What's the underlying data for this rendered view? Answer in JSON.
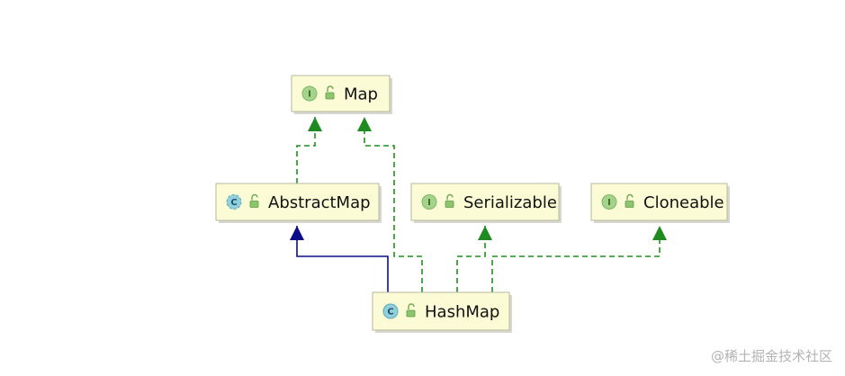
{
  "nodes": [
    {
      "id": "map",
      "label": "Map",
      "kind": "interface",
      "badge": "I"
    },
    {
      "id": "abstractmap",
      "label": "AbstractMap",
      "kind": "abstract-class",
      "badge": "C"
    },
    {
      "id": "serializable",
      "label": "Serializable",
      "kind": "interface",
      "badge": "I"
    },
    {
      "id": "cloneable",
      "label": "Cloneable",
      "kind": "interface",
      "badge": "I"
    },
    {
      "id": "hashmap",
      "label": "HashMap",
      "kind": "class",
      "badge": "C"
    }
  ],
  "edges": [
    {
      "from": "abstractmap",
      "to": "map",
      "type": "implements"
    },
    {
      "from": "hashmap",
      "to": "map",
      "type": "implements"
    },
    {
      "from": "hashmap",
      "to": "abstractmap",
      "type": "extends"
    },
    {
      "from": "hashmap",
      "to": "serializable",
      "type": "implements"
    },
    {
      "from": "hashmap",
      "to": "cloneable",
      "type": "implements"
    }
  ],
  "colors": {
    "node_fill": "#fbfbd6",
    "interface_badge": "#a6d38c",
    "class_badge": "#8fd0dc",
    "implements_edge": "#1f8f1f",
    "extends_edge": "#0d0d8c"
  },
  "watermark": "@稀土掘金技术社区"
}
